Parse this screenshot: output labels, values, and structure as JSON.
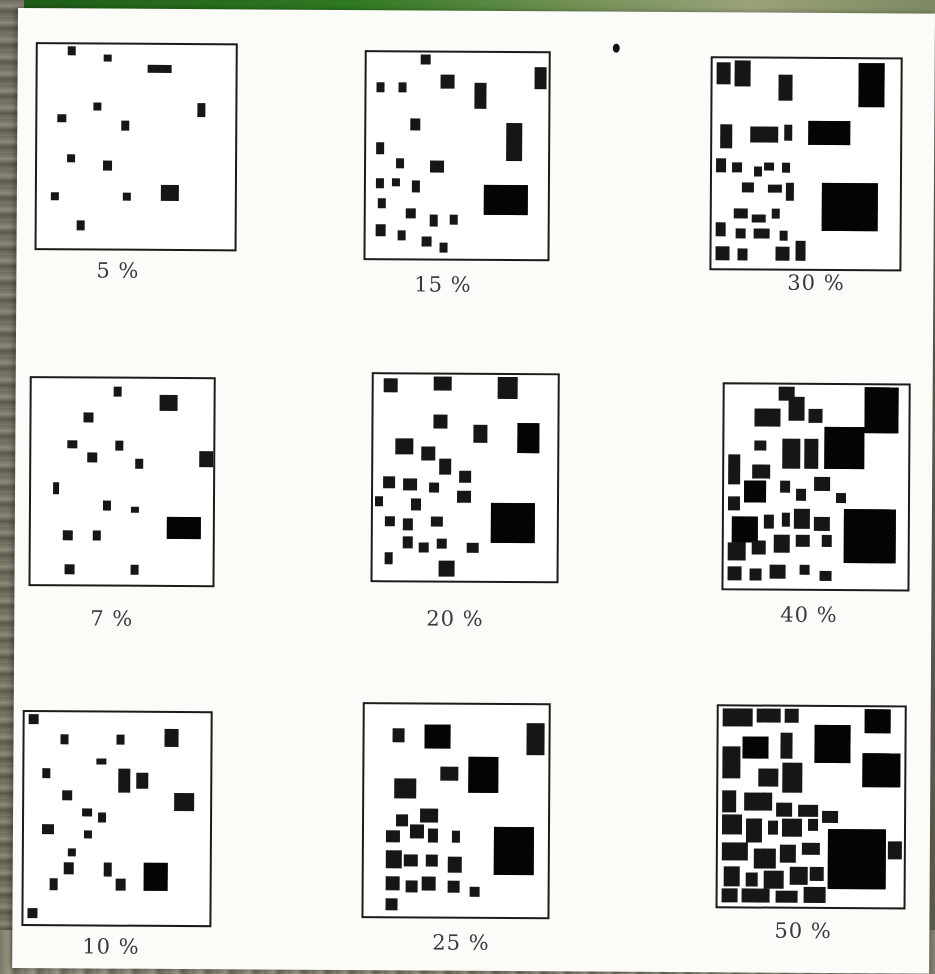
{
  "figure": {
    "panels": [
      {
        "id": "p5",
        "label": "5 %"
      },
      {
        "id": "p15",
        "label": "15 %"
      },
      {
        "id": "p30",
        "label": "30 %"
      },
      {
        "id": "p7",
        "label": "7 %"
      },
      {
        "id": "p20",
        "label": "20 %"
      },
      {
        "id": "p40",
        "label": "40 %"
      },
      {
        "id": "p10",
        "label": "10 %"
      },
      {
        "id": "p25",
        "label": "25 %"
      },
      {
        "id": "p50",
        "label": "50 %"
      }
    ]
  },
  "colors": {
    "ink": "#161616",
    "paper": "#fbfbf8"
  }
}
